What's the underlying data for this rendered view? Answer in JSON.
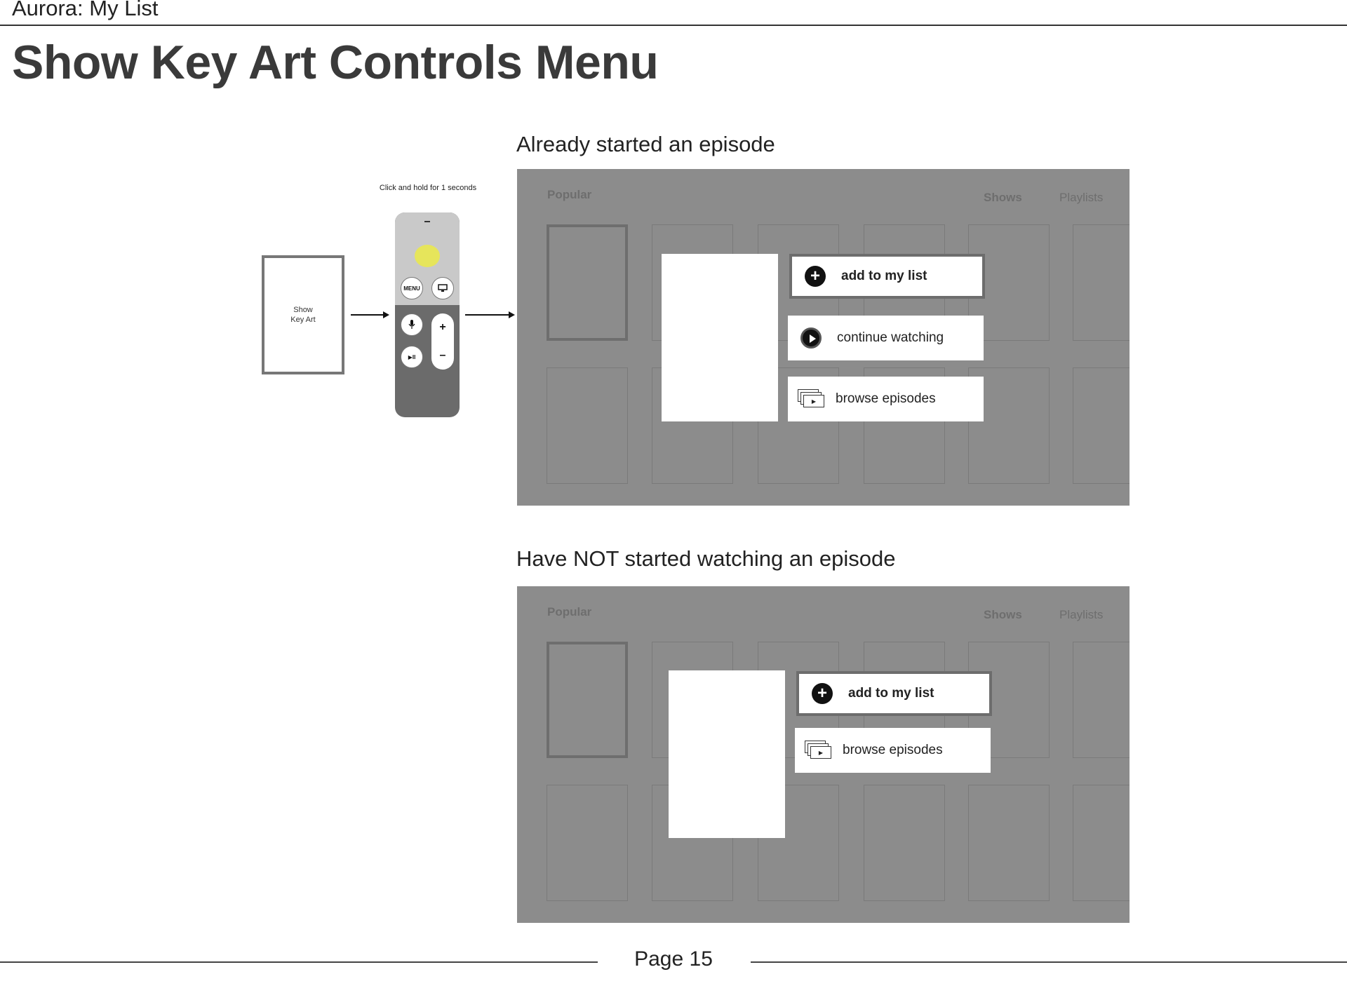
{
  "document": {
    "title": "Aurora: My List",
    "heading": "Show Key Art Controls Menu",
    "page_label": "Page 15"
  },
  "flow": {
    "key_art_label": "Show\nKey Art",
    "remote_caption": "Click and hold for 1 seconds",
    "remote": {
      "minus_top": "–",
      "menu_label": "MENU",
      "tv_icon": "tv-icon",
      "mic_icon": "microphone-icon",
      "play_pause_label": "▶II",
      "volume_up": "+",
      "volume_down": "–",
      "touch_color": "#e6e55b"
    }
  },
  "scenarios": [
    {
      "title": "Already started an episode",
      "nav": {
        "popular": "Popular",
        "shows": "Shows",
        "playlists": "Playlists"
      },
      "menu": [
        {
          "label": "add to my list",
          "icon": "plus-circle-icon",
          "focused": true
        },
        {
          "label": "continue watching",
          "icon": "play-circle-icon",
          "focused": false
        },
        {
          "label": "browse episodes",
          "icon": "episodes-icon",
          "focused": false
        }
      ]
    },
    {
      "title": "Have NOT started watching an episode",
      "nav": {
        "popular": "Popular",
        "shows": "Shows",
        "playlists": "Playlists"
      },
      "menu": [
        {
          "label": "add to my list",
          "icon": "plus-circle-icon",
          "focused": true
        },
        {
          "label": "browse episodes",
          "icon": "episodes-icon",
          "focused": false
        }
      ]
    }
  ]
}
